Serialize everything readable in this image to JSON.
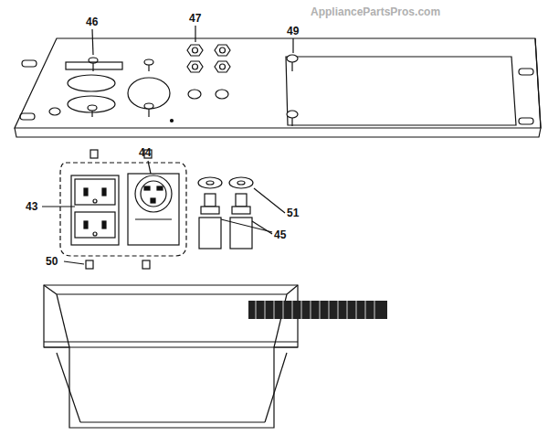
{
  "diagram": {
    "labels": [
      "AppliancePartsPros.com",
      "46",
      "47",
      "49",
      "44",
      "43",
      "51",
      "45",
      "50"
    ]
  }
}
